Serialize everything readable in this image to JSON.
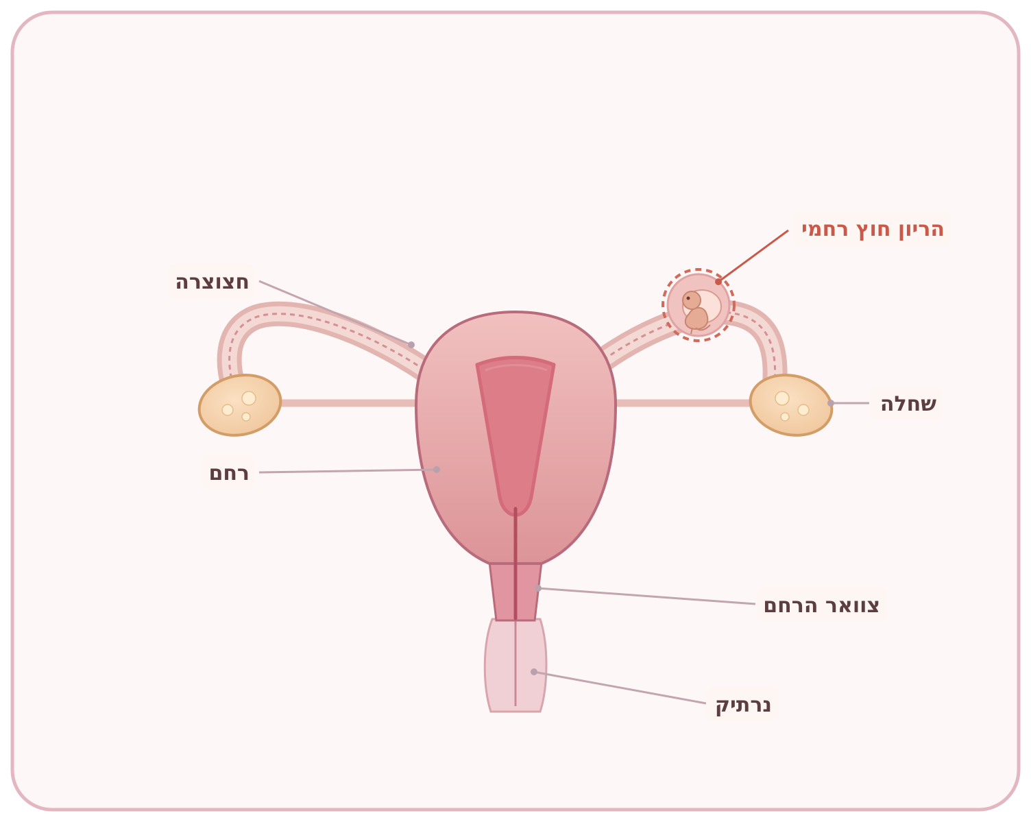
{
  "labels": {
    "fallopian_tube": "חצוצרה",
    "uterus": "רחם",
    "ectopic_pregnancy": "הריון חוץ רחמי",
    "ovary": "שחלה",
    "cervix": "צוואר הרחם",
    "vagina": "נרתיק"
  },
  "colors": {
    "frame_border": "#e2b7c2",
    "background": "#fdf8f7",
    "uterus_fill": "#e8a8a8",
    "uterus_stroke": "#b86b7a",
    "tube_fill": "#edc4c0",
    "ovary_fill": "#f2cfa6",
    "ovary_stroke": "#d39d68",
    "label_text": "#5c3d40",
    "accent": "#c75a4a",
    "leader_line": "#c2a5ae"
  }
}
